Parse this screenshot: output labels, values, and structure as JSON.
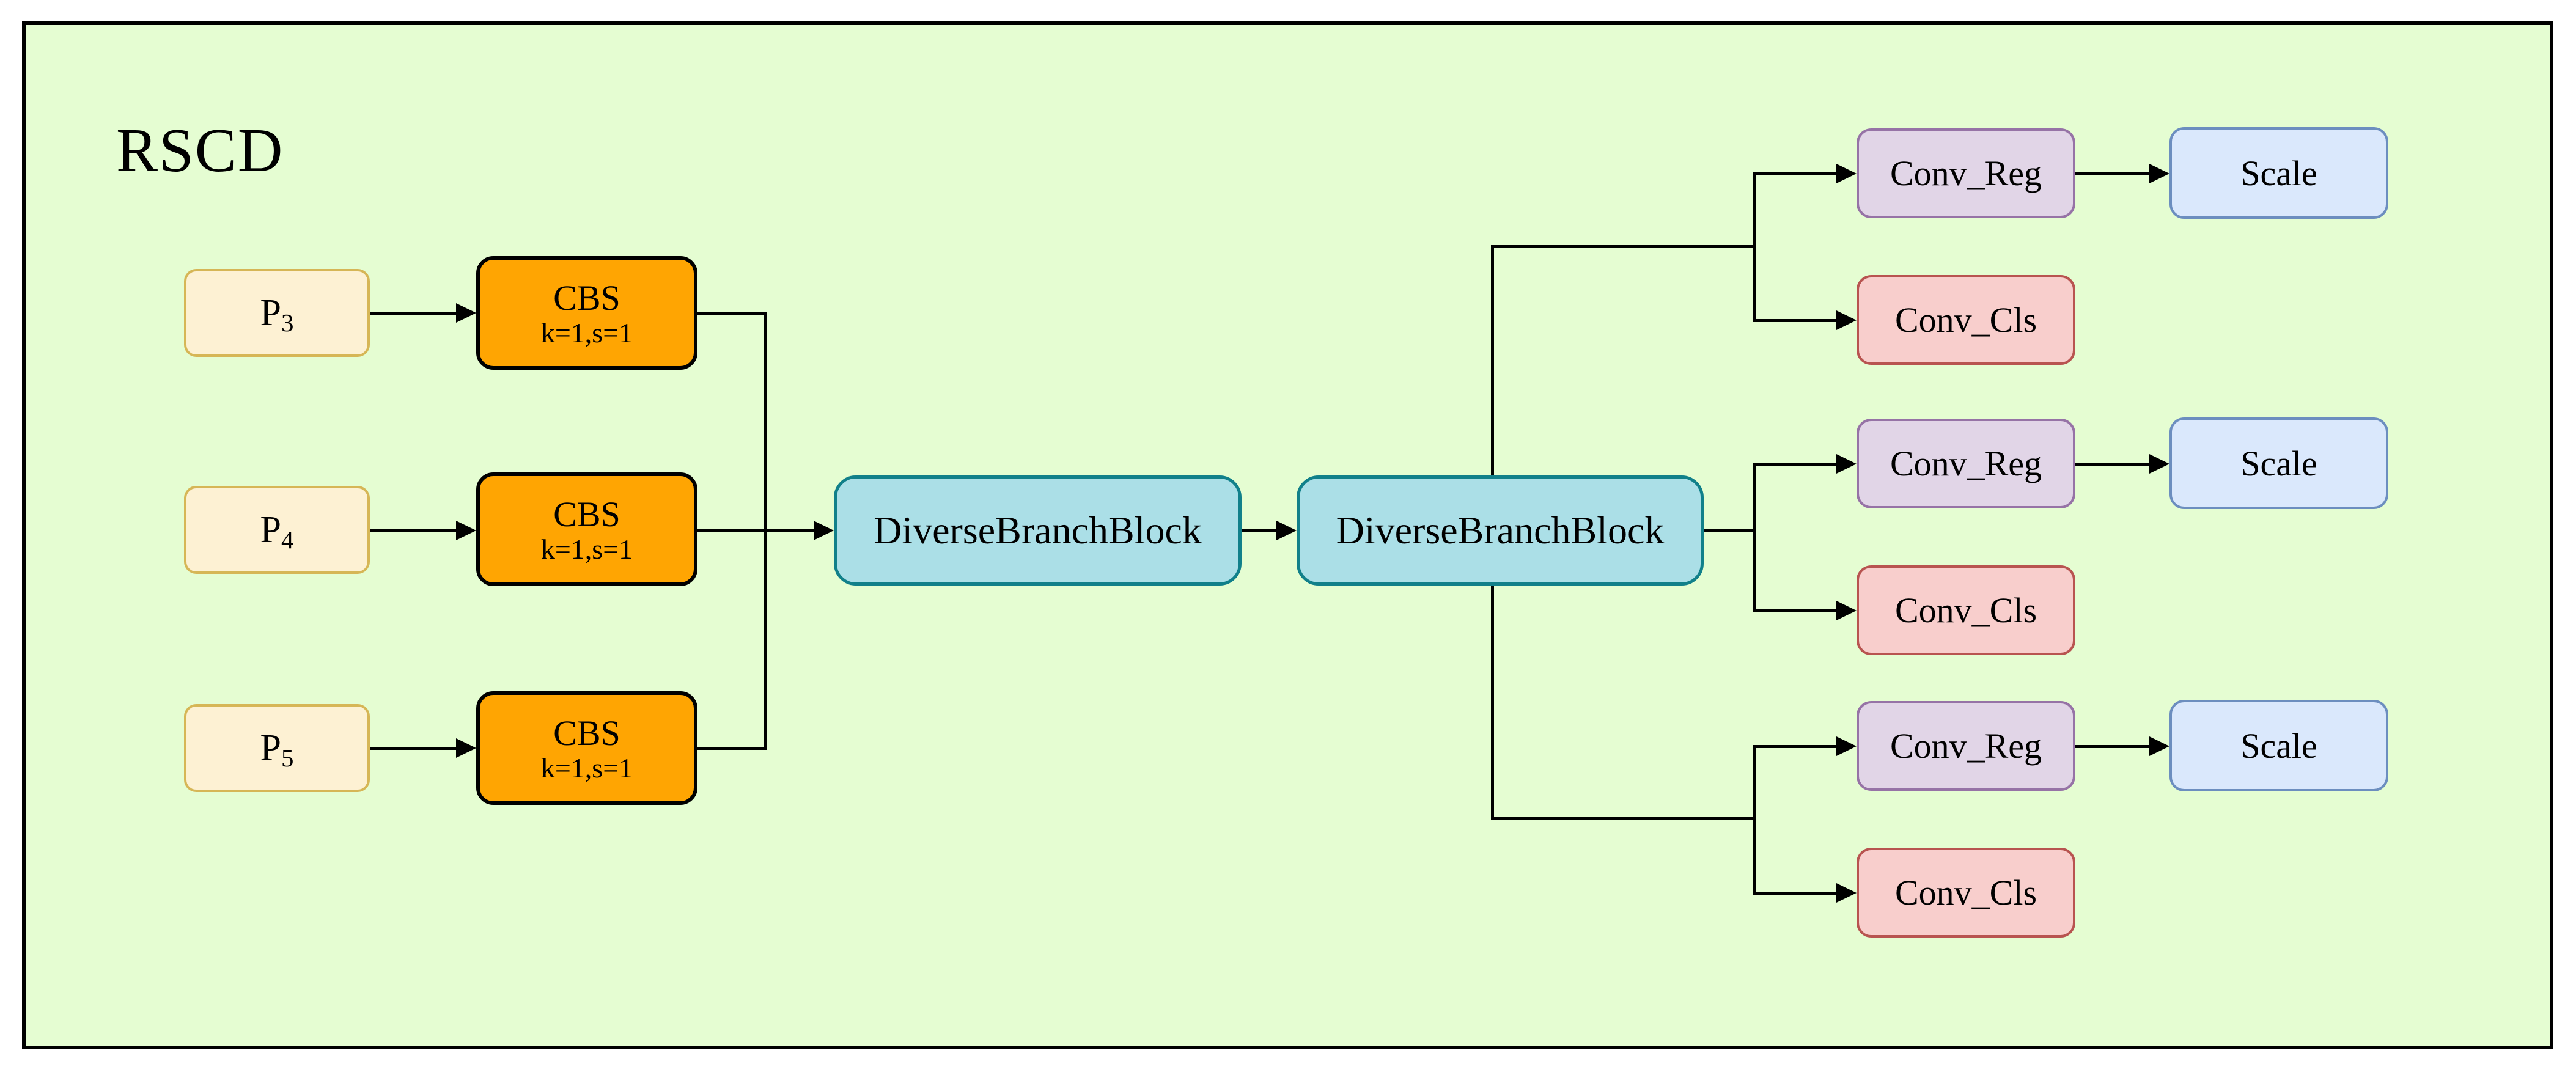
{
  "diagram": {
    "title": "RSCD",
    "inputs": [
      {
        "base": "P",
        "sub": "3"
      },
      {
        "base": "P",
        "sub": "4"
      },
      {
        "base": "P",
        "sub": "5"
      }
    ],
    "cbs_blocks": [
      {
        "label": "CBS",
        "params": "k=1,s=1"
      },
      {
        "label": "CBS",
        "params": "k=1,s=1"
      },
      {
        "label": "CBS",
        "params": "k=1,s=1"
      }
    ],
    "branch_blocks": [
      {
        "label": "DiverseBranchBlock"
      },
      {
        "label": "DiverseBranchBlock"
      }
    ],
    "heads": [
      {
        "reg": "Conv_Reg",
        "scale": "Scale",
        "cls": "Conv_Cls"
      },
      {
        "reg": "Conv_Reg",
        "scale": "Scale",
        "cls": "Conv_Cls"
      },
      {
        "reg": "Conv_Reg",
        "scale": "Scale",
        "cls": "Conv_Cls"
      }
    ],
    "colors": {
      "panel": {
        "fill": "#e5fdd2",
        "stroke": "#000000"
      },
      "input": {
        "fill": "#fdf1d3",
        "stroke": "#d6b656"
      },
      "cbs": {
        "fill": "#ffa502",
        "stroke": "#000000"
      },
      "dbb": {
        "fill": "#abdfe7",
        "stroke": "#11808a"
      },
      "reg": {
        "fill": "#e1d5e7",
        "stroke": "#9673a6"
      },
      "cls": {
        "fill": "#f8cecc",
        "stroke": "#b85450"
      },
      "scale": {
        "fill": "#dae8fc",
        "stroke": "#6c8ebf"
      },
      "connector": "#000000"
    }
  }
}
